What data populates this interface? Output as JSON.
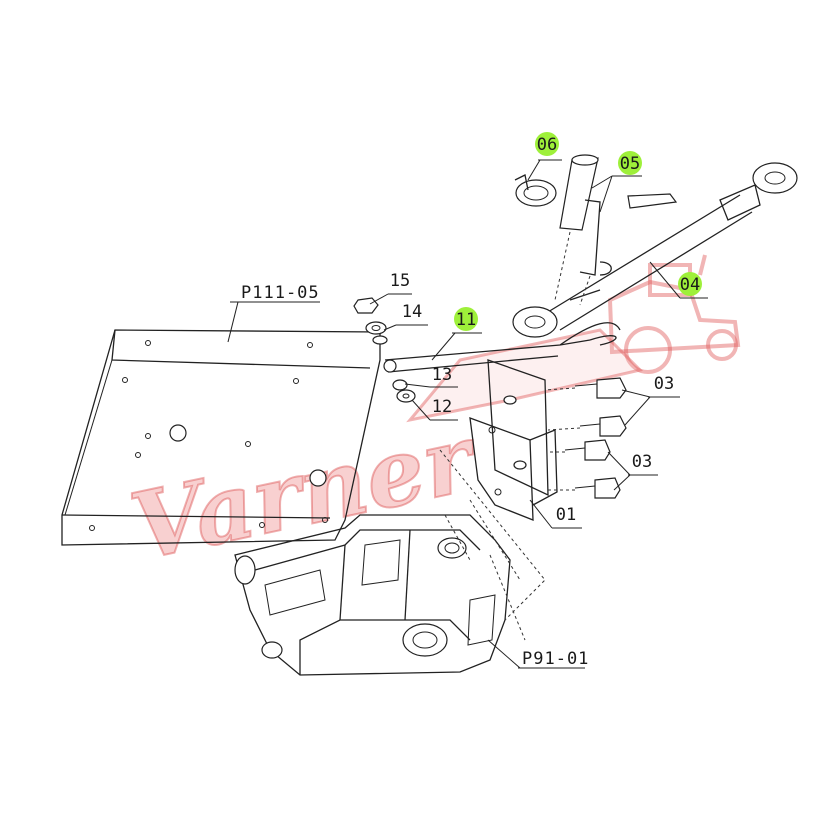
{
  "colors": {
    "highlight": "#9ef03a",
    "watermark": "#e86a6a",
    "line": "#222222",
    "background": "#ffffff"
  },
  "watermark": {
    "text": "Varner"
  },
  "references": {
    "plate": "P111-05",
    "housing": "P91-01"
  },
  "callouts": [
    {
      "id": "c06",
      "label": "06",
      "highlighted": true
    },
    {
      "id": "c05",
      "label": "05",
      "highlighted": true
    },
    {
      "id": "c04",
      "label": "04",
      "highlighted": true
    },
    {
      "id": "c11",
      "label": "11",
      "highlighted": true
    },
    {
      "id": "c15",
      "label": "15",
      "highlighted": false
    },
    {
      "id": "c14",
      "label": "14",
      "highlighted": false
    },
    {
      "id": "c13",
      "label": "13",
      "highlighted": false
    },
    {
      "id": "c12",
      "label": "12",
      "highlighted": false
    },
    {
      "id": "c03a",
      "label": "03",
      "highlighted": false
    },
    {
      "id": "c03b",
      "label": "03",
      "highlighted": false
    },
    {
      "id": "c01",
      "label": "01",
      "highlighted": false
    }
  ]
}
